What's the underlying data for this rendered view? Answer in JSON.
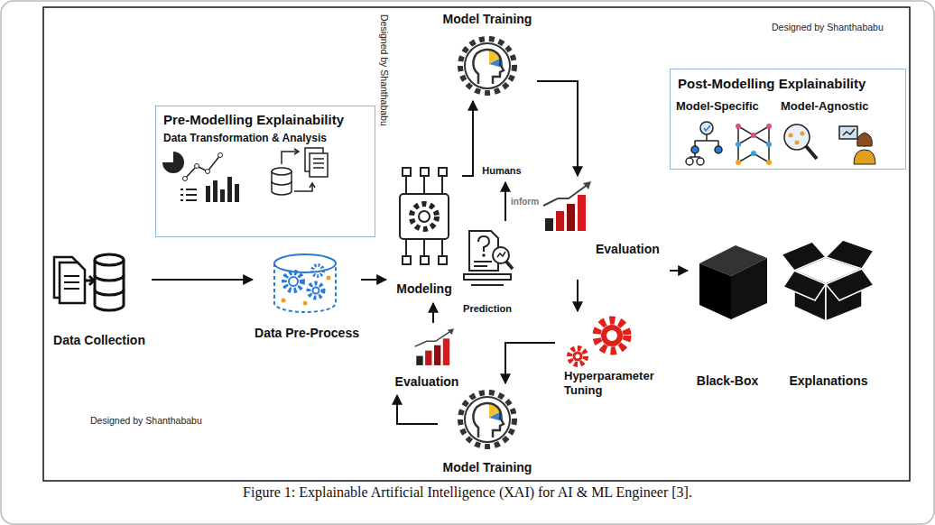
{
  "diagram": {
    "caption": "Figure 1: Explainable Artificial Intelligence (XAI) for AI & ML Engineer [3].",
    "nodes": [
      {
        "text": [
          "Pre-Modelling Explainability",
          "Data Transformation & Analysis"
        ]
      },
      {
        "text": [
          "Model Training"
        ]
      },
      {
        "text": [
          "Post-Modelling Explainability",
          "Model-Specific",
          "Model-Agnostic"
        ]
      },
      {
        "text": [
          "Data Collection"
        ]
      },
      {
        "text": [
          "Data Pre-Process"
        ]
      },
      {
        "text": [
          "Modeling"
        ]
      },
      {
        "text": [
          "Humans"
        ]
      },
      {
        "text": [
          "Prediction"
        ]
      },
      {
        "text": [
          "Evaluation"
        ]
      },
      {
        "text": [
          "Black-Box"
        ]
      },
      {
        "text": [
          "Explanations"
        ]
      },
      {
        "text": [
          "Evaluation"
        ]
      },
      {
        "text": [
          "Hyperparameter Tuning"
        ]
      },
      {
        "text": [
          "Model Training"
        ]
      }
    ],
    "edges": [
      {
        "from": 3,
        "to": 4,
        "arrow": "to"
      },
      {
        "from": 4,
        "to": 5,
        "arrow": "to"
      },
      {
        "from": 5,
        "to": 1,
        "arrow": "to"
      },
      {
        "from": 1,
        "to": 8,
        "arrow": "to"
      },
      {
        "from": 8,
        "to": 12,
        "arrow": "to"
      },
      {
        "from": 12,
        "to": 13,
        "arrow": "to"
      },
      {
        "from": 13,
        "to": 11,
        "arrow": "to"
      },
      {
        "from": 11,
        "to": 5,
        "arrow": "to"
      },
      {
        "from": 7,
        "to": 6,
        "label": "inform",
        "arrow": "to"
      },
      {
        "from": 8,
        "to": 9,
        "arrow": "to"
      }
    ],
    "labels": [
      "Designed by Shanthababu",
      "Designed by Shanthababu",
      "Designed by Shanthababu"
    ]
  }
}
